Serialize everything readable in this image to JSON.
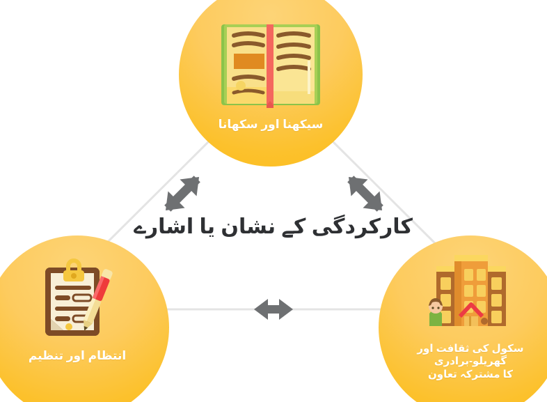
{
  "diagram": {
    "center_caption": "کارکردگی کے نشان یا اشارے",
    "background_color": "#ffffff",
    "connector_color": "#e4e4e4",
    "arrow_color": "#6e7072",
    "node_gradient_top": "#fdd477",
    "node_gradient_bottom": "#fbbd1b",
    "node_label_color": "#ffffff",
    "caption_color": "#2e3033"
  },
  "nodes": [
    {
      "id": "learning",
      "label": "سیکھنا اور سکھانا",
      "icon": "open-book-icon",
      "position": "top"
    },
    {
      "id": "administration",
      "label": "انتظام اور تنظیم",
      "icon": "clipboard-pen-icon",
      "position": "bottom-left"
    },
    {
      "id": "culture",
      "label_lines": [
        "سکول کی ثقافت اور",
        "گھریلو-برادری",
        "کا مشترکہ تعاون"
      ],
      "label_line_1": "سکول کی ثقافت اور",
      "label_line_2": "گھریلو-برادری",
      "label_line_3": "کا مشترکہ تعاون",
      "icon": "school-building-icon",
      "position": "bottom-right"
    }
  ],
  "connectors": [
    {
      "id": "learning-administration",
      "arrow": "double-headed-diagonal-arrow"
    },
    {
      "id": "learning-culture",
      "arrow": "double-headed-diagonal-arrow"
    },
    {
      "id": "administration-culture",
      "arrow": "double-headed-horizontal-arrow"
    }
  ]
}
